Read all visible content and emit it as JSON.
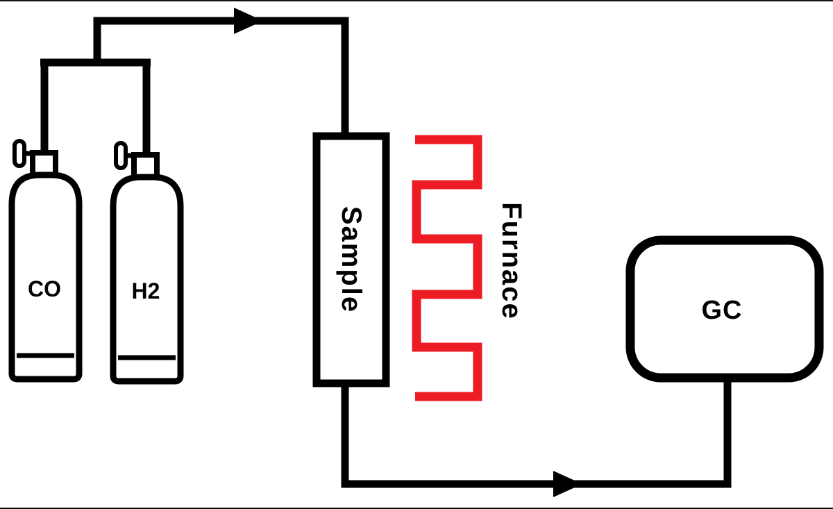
{
  "diagram": {
    "description": "Gas flow schematic: CO and H2 cylinders feed a sample tube heated by a furnace coil, outlet goes to a GC",
    "gas_cylinders": [
      {
        "label": "CO"
      },
      {
        "label": "H2"
      }
    ],
    "reactor": {
      "label": "Sample"
    },
    "furnace": {
      "label": "Furnace"
    },
    "detector": {
      "label": "GC"
    },
    "colors": {
      "line": "#000000",
      "furnace_coil": "#ed1c24",
      "background": "#ffffff"
    }
  }
}
